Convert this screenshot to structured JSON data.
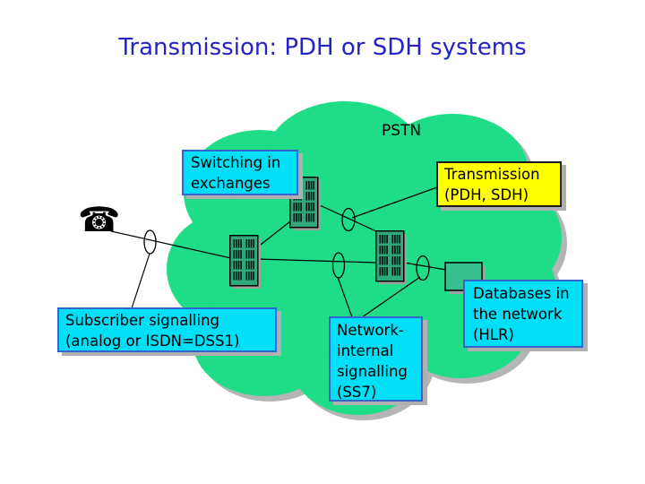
{
  "slide": {
    "title": "Transmission: PDH or SDH systems",
    "cloud": {
      "label": "PSTN"
    },
    "boxes": {
      "switching": "Switching in\nexchanges",
      "transmission": "Transmission\n(PDH, SDH)",
      "subscriber": "Subscriber signalling\n(analog or ISDN=DSS1)",
      "network_internal": "Network-\ninternal\nsignalling\n(SS7)",
      "databases": "Databases in\nthe network\n(HLR)"
    },
    "icons": {
      "phone": "☎"
    },
    "colors": {
      "title_text": "#2323cb",
      "cloud_fill": "#1edc88",
      "cloud_shadow": "#b5b5b5",
      "cyan_box_fill": "#00dff5",
      "cyan_box_border": "#3366cc",
      "yellow_box_fill": "#ffff00",
      "switch_fill": "#2fa87c",
      "switch_shadow": "#9f9f9f",
      "database_fill": "#36c08e",
      "line_color": "#000000"
    }
  }
}
